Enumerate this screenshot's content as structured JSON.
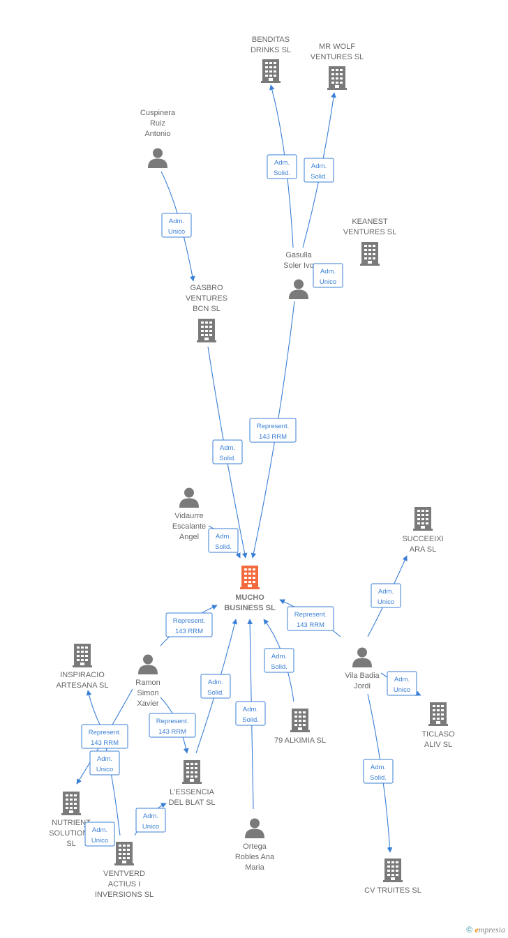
{
  "nodes": [
    {
      "id": "benditas",
      "kind": "company",
      "label": [
        "BENDITAS",
        "DRINKS  SL"
      ]
    },
    {
      "id": "mrwolf",
      "kind": "company",
      "label": [
        "MR WOLF",
        "VENTURES  SL"
      ]
    },
    {
      "id": "cuspinera",
      "kind": "person",
      "label": [
        "Cuspinera",
        "Ruiz",
        "Antonio"
      ]
    },
    {
      "id": "keanest",
      "kind": "company",
      "label": [
        "KEANEST",
        "VENTURES  SL"
      ]
    },
    {
      "id": "gasulla",
      "kind": "person",
      "label": [
        "Gasulla",
        "Soler Ivo"
      ]
    },
    {
      "id": "gasbro",
      "kind": "company",
      "label": [
        "GASBRO",
        "VENTURES",
        "BCN  SL"
      ]
    },
    {
      "id": "vidaurre",
      "kind": "person",
      "label": [
        "Vidaurre",
        "Escalante",
        "Angel"
      ]
    },
    {
      "id": "succeeixi",
      "kind": "company",
      "label": [
        "SUCCEEIXI",
        "ARA  SL"
      ]
    },
    {
      "id": "mucho",
      "kind": "focus",
      "label": [
        "MUCHO",
        "BUSINESS  SL"
      ]
    },
    {
      "id": "inspiracio",
      "kind": "company",
      "label": [
        "INSPIRACIO",
        "ARTESANA SL"
      ]
    },
    {
      "id": "ramon",
      "kind": "person",
      "label": [
        "Ramon",
        "Simon",
        "Xavier"
      ]
    },
    {
      "id": "vilabadia",
      "kind": "person",
      "label": [
        "Vila Badia",
        "Jordi"
      ]
    },
    {
      "id": "alkimia",
      "kind": "company",
      "label": [
        "79 ALKIMIA SL"
      ]
    },
    {
      "id": "ticlaso",
      "kind": "company",
      "label": [
        "TICLASO",
        "ALIV SL"
      ]
    },
    {
      "id": "essencia",
      "kind": "company",
      "label": [
        "L'ESSENCIA",
        "DEL BLAT  SL"
      ]
    },
    {
      "id": "nutrient",
      "kind": "company",
      "label": [
        "NUTRIENT",
        "SOLUTIONS",
        "SL"
      ]
    },
    {
      "id": "ventverd",
      "kind": "company",
      "label": [
        "VENTVERD",
        "ACTIUS I",
        "INVERSIONS SL"
      ]
    },
    {
      "id": "ortega",
      "kind": "person",
      "label": [
        "Ortega",
        "Robles Ana",
        "Maria"
      ]
    },
    {
      "id": "cvtruites",
      "kind": "company",
      "label": [
        "CV TRUITES SL"
      ]
    }
  ],
  "edges": [
    {
      "from": "gasulla",
      "to": "benditas",
      "label": [
        "Adm.",
        "Solid."
      ]
    },
    {
      "from": "gasulla",
      "to": "mrwolf",
      "label": [
        "Adm.",
        "Solid."
      ]
    },
    {
      "from": "cuspinera",
      "to": "gasbro",
      "label": [
        "Adm.",
        "Unico"
      ]
    },
    {
      "from": "gasulla",
      "to": "keanest",
      "label": [
        "Adm.",
        "Unico"
      ]
    },
    {
      "from": "gasbro",
      "to": "mucho",
      "label": [
        "Adm.",
        "Solid."
      ]
    },
    {
      "from": "gasulla",
      "to": "mucho",
      "label": [
        "Represent.",
        "143 RRM"
      ]
    },
    {
      "from": "vidaurre",
      "to": "mucho",
      "label": [
        "Adm.",
        "Solid."
      ]
    },
    {
      "from": "vilabadia",
      "to": "succeeixi",
      "label": [
        "Adm.",
        "Unico"
      ]
    },
    {
      "from": "vilabadia",
      "to": "mucho",
      "label": [
        "Represent.",
        "143 RRM"
      ]
    },
    {
      "from": "ramon",
      "to": "mucho",
      "label": [
        "Represent.",
        "143 RRM"
      ]
    },
    {
      "from": "ramon",
      "to": "inspiracio",
      "label": [
        "Represent.",
        "143 RRM"
      ]
    },
    {
      "from": "ramon",
      "to": "essencia",
      "label": [
        "Represent.",
        "143 RRM"
      ]
    },
    {
      "from": "essencia",
      "to": "mucho",
      "label": [
        "Adm.",
        "Solid."
      ]
    },
    {
      "from": "ortega",
      "to": "mucho",
      "label": [
        "Adm.",
        "Solid."
      ]
    },
    {
      "from": "alkimia",
      "to": "mucho",
      "label": [
        "Adm.",
        "Solid."
      ]
    },
    {
      "from": "vilabadia",
      "to": "ticlaso",
      "label": [
        "Adm.",
        "Unico"
      ]
    },
    {
      "from": "vilabadia",
      "to": "cvtruites",
      "label": [
        "Adm.",
        "Solid."
      ]
    },
    {
      "from": "ventverd",
      "to": "nutrient",
      "label": [
        "Adm.",
        "Unico"
      ]
    },
    {
      "from": "ventverd",
      "to": "essencia",
      "label": [
        "Adm.",
        "Unico"
      ]
    },
    {
      "from": "ventverd",
      "to": "nutrient",
      "label": [
        "Adm.",
        "Unico"
      ]
    }
  ],
  "colors": {
    "edge": "#3a7fd5",
    "icon": "#7a7a7a",
    "focus": "#f26a3d"
  },
  "footer": {
    "copyright": "©",
    "brand_initial": "e",
    "brand_rest": "mpresia"
  }
}
